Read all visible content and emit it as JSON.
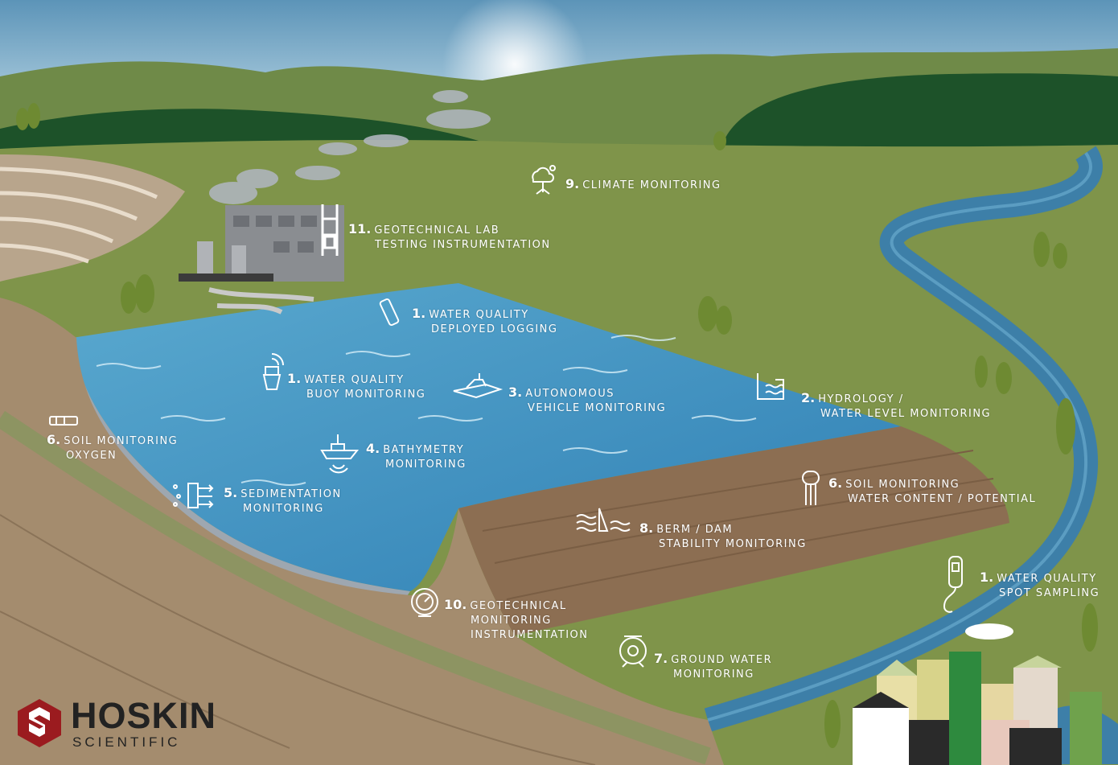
{
  "colors": {
    "sky_top": "#5c94b8",
    "sky_bottom": "#d6eaf2",
    "grass": "#7f944a",
    "dark_hills": "#1d5229",
    "water": "#3f8fc0",
    "berm": "#8c6e52",
    "river": "#3d7fa8",
    "brand_red": "#9b1b1f",
    "brand_dark": "#222222",
    "label_text": "#ffffff"
  },
  "labels": [
    {
      "id": "climate",
      "num": "9.",
      "lines": [
        "Climate Monitoring"
      ],
      "icon": "weather-station-icon"
    },
    {
      "id": "geotech-lab",
      "num": "11.",
      "lines": [
        "Geotechnical Lab",
        "Testing Instrumentation"
      ],
      "icon": "lab-frame-icon"
    },
    {
      "id": "wq-deployed",
      "num": "1.",
      "lines": [
        "Water Quality",
        "Deployed Logging"
      ],
      "icon": "sonde-icon"
    },
    {
      "id": "wq-buoy",
      "num": "1.",
      "lines": [
        "Water Quality",
        "Buoy Monitoring"
      ],
      "icon": "buoy-icon"
    },
    {
      "id": "autonomous",
      "num": "3.",
      "lines": [
        "Autonomous",
        "Vehicle Monitoring"
      ],
      "icon": "catamaran-icon"
    },
    {
      "id": "hydrology",
      "num": "2.",
      "lines": [
        "Hydrology /",
        "Water Level Monitoring"
      ],
      "icon": "water-level-icon"
    },
    {
      "id": "soil-oxygen",
      "num": "6.",
      "lines": [
        "Soil Monitoring",
        "Oxygen"
      ],
      "icon": "oxygen-probe-icon"
    },
    {
      "id": "bathymetry",
      "num": "4.",
      "lines": [
        "Bathymetry",
        "Monitoring"
      ],
      "icon": "survey-boat-icon"
    },
    {
      "id": "soil-water",
      "num": "6.",
      "lines": [
        "Soil Monitoring",
        "Water Content / Potential"
      ],
      "icon": "soil-probe-icon"
    },
    {
      "id": "sedimentation",
      "num": "5.",
      "lines": [
        "Sedimentation",
        "Monitoring"
      ],
      "icon": "sediment-sensor-icon"
    },
    {
      "id": "berm",
      "num": "8.",
      "lines": [
        "Berm / Dam",
        "Stability Monitoring"
      ],
      "icon": "dam-icon"
    },
    {
      "id": "wq-spot",
      "num": "1.",
      "lines": [
        "Water Quality",
        "Spot Sampling"
      ],
      "icon": "handheld-meter-icon"
    },
    {
      "id": "geotech-mon",
      "num": "10.",
      "lines": [
        "Geotechnical",
        "Monitoring",
        "Instrumentation"
      ],
      "icon": "readout-dial-icon"
    },
    {
      "id": "groundwater",
      "num": "7.",
      "lines": [
        "Ground Water",
        "Monitoring"
      ],
      "icon": "cable-reel-icon"
    }
  ],
  "brand": {
    "name": "HOSKIN",
    "sub": "SCIENTIFIC"
  }
}
